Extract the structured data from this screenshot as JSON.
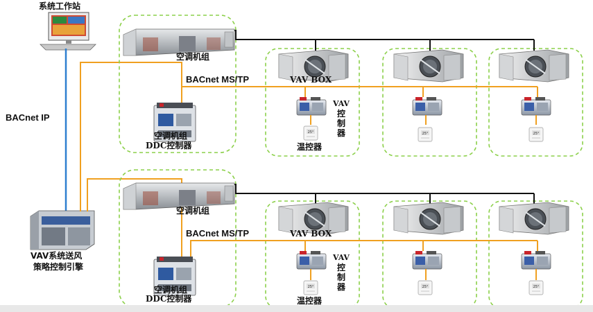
{
  "workstation": {
    "label": "系统工作站"
  },
  "bacnet_ip": {
    "label": "BACnet IP"
  },
  "engine": {
    "line1": "VAV系统送风",
    "line2": "策略控制引擎"
  },
  "systems": [
    {
      "ahu_label": "空调机组",
      "bus_label": "BACnet MS/TP",
      "ddc_line1": "空调机组",
      "ddc_line2": "DDC控制器",
      "vav_box_label": "VAV BOX",
      "vav_ctrl_chars": [
        "VAV",
        "控",
        "制",
        "器"
      ],
      "thermostat_label": "温控器"
    },
    {
      "ahu_label": "空调机组",
      "bus_label": "BACnet MS/TP",
      "ddc_line1": "空调机组",
      "ddc_line2": "DDC控制器",
      "vav_box_label": "VAV BOX",
      "vav_ctrl_chars": [
        "VAV",
        "控",
        "制",
        "器"
      ],
      "thermostat_label": "温控器"
    }
  ],
  "colors": {
    "bacnet_ip_line": "#2e7fd0",
    "mstp_line": "#f0a020",
    "dashed_border": "#8cd04a",
    "duct_line": "#111111"
  }
}
